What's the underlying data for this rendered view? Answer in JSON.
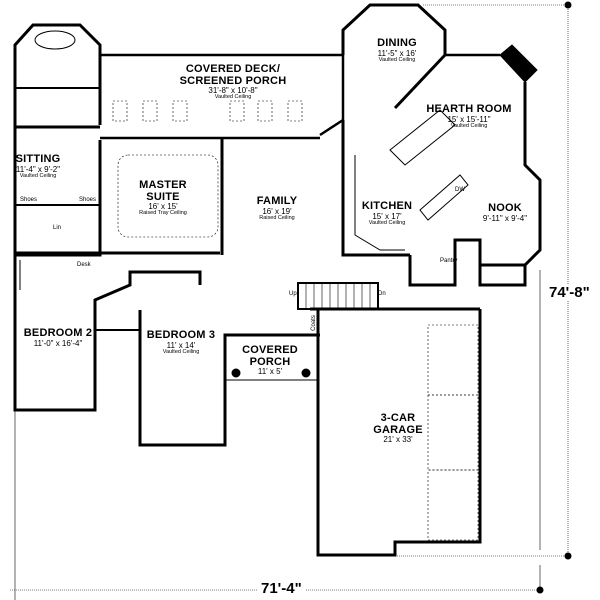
{
  "plan": {
    "overall_width": "71'-4\"",
    "overall_depth": "74'-8\"",
    "rooms": [
      {
        "id": "covered-deck",
        "name": "COVERED DECK/",
        "name2": "SCREENED PORCH",
        "size": "31'-8\" x 10'-8\"",
        "ceiling": "Vaulted Ceiling"
      },
      {
        "id": "dining",
        "name": "DINING",
        "size": "11'-5\" x 16'",
        "ceiling": "Vaulted Ceiling"
      },
      {
        "id": "hearth-room",
        "name": "HEARTH ROOM",
        "size": "15' x 15'-11\"",
        "ceiling": "Vaulted Ceiling"
      },
      {
        "id": "sitting",
        "name": "SITTING",
        "size": "11'-4\" x 9'-2\"",
        "ceiling": "Vaulted Ceiling"
      },
      {
        "id": "master-suite",
        "name": "MASTER",
        "name2": "SUITE",
        "size": "16' x 15'",
        "ceiling": "Raised Tray Ceiling"
      },
      {
        "id": "family",
        "name": "FAMILY",
        "size": "16' x 19'",
        "ceiling": "Raised Ceiling"
      },
      {
        "id": "kitchen",
        "name": "KITCHEN",
        "size": "15' x 17'",
        "ceiling": "Vaulted Ceiling"
      },
      {
        "id": "nook",
        "name": "NOOK",
        "size": "9'-11\" x 9'-4\"",
        "ceiling": ""
      },
      {
        "id": "bedroom-2",
        "name": "BEDROOM 2",
        "size": "11'-0\" x 16'-4\"",
        "ceiling": ""
      },
      {
        "id": "bedroom-3",
        "name": "BEDROOM 3",
        "size": "11' x 14'",
        "ceiling": "Vaulted Ceiling"
      },
      {
        "id": "covered-porch",
        "name": "COVERED",
        "name2": "PORCH",
        "size": "11' x 5'",
        "ceiling": ""
      },
      {
        "id": "garage",
        "name": "3-CAR",
        "name2": "GARAGE",
        "size": "21' x 33'",
        "ceiling": ""
      }
    ],
    "small_labels": {
      "shoes_left": "Shoes",
      "shoes_right": "Shoes",
      "linen": "Lin",
      "desk": "Desk",
      "pantry": "Pantry",
      "dishwasher": "DW",
      "stairs_up": "Up",
      "stairs_down": "Dn",
      "coats": "Coats"
    }
  }
}
